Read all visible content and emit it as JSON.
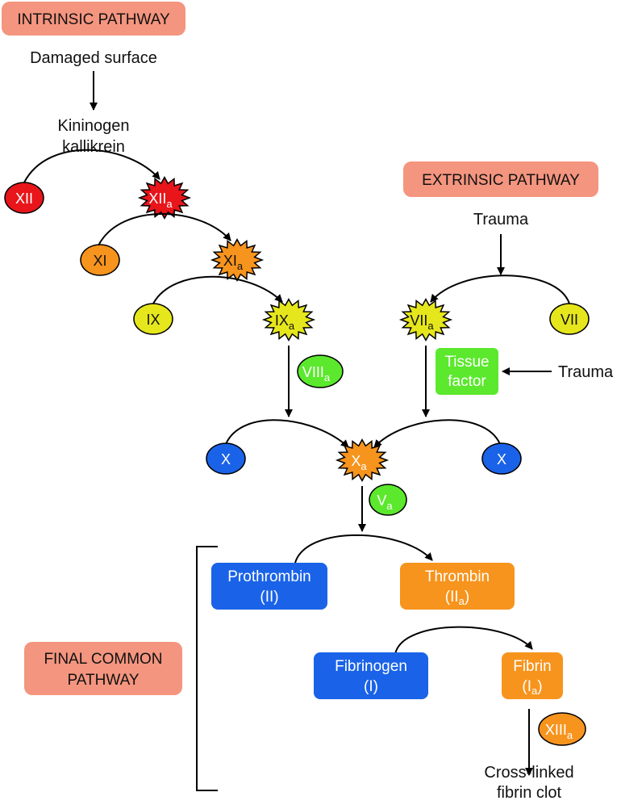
{
  "intrinsic": {
    "title": "INTRINSIC PATHWAY",
    "source": "Damaged surface",
    "kininogen_line1": "Kininogen",
    "kininogen_line2": "kallikrein"
  },
  "extrinsic": {
    "title": "EXTRINSIC PATHWAY",
    "trauma_top": "Trauma",
    "trauma_right": "Trauma",
    "tissue_factor_line1": "Tissue",
    "tissue_factor_line2": "factor"
  },
  "factors": {
    "xii": "XII",
    "xiia_main": "XII",
    "xiia_sub": "a",
    "xi": "XI",
    "xia_main": "XI",
    "xia_sub": "a",
    "ix": "IX",
    "ixa_main": "IX",
    "ixa_sub": "a",
    "viiia_main": "VIII",
    "viiia_sub": "a",
    "viia_main": "VII",
    "viia_sub": "a",
    "vii": "VII",
    "x_left": "X",
    "x_right": "X",
    "xa_main": "X",
    "xa_sub": "a",
    "va_main": "V",
    "va_sub": "a",
    "xiiia_main": "XIII",
    "xiiia_sub": "a"
  },
  "common": {
    "title_line1": "FINAL COMMON",
    "title_line2": "PATHWAY",
    "prothrombin_line1": "Prothrombin",
    "prothrombin_line2": "(II)",
    "thrombin_line1": "Thrombin",
    "thrombin_line2_main": "(II",
    "thrombin_line2_sub": "a",
    "thrombin_line2_end": ")",
    "fibrinogen_line1": "Fibrinogen",
    "fibrinogen_line2": "(I)",
    "fibrin_line1": "Fibrin",
    "fibrin_line2_main": "(I",
    "fibrin_line2_sub": "a",
    "fibrin_line2_end": ")",
    "clot_line1": "Cross-linked",
    "clot_line2": "fibrin clot"
  },
  "colors": {
    "red": "#e8151b",
    "orange": "#f7941d",
    "yellow": "#e6e61d",
    "green": "#5be82d",
    "blue": "#1a63e8",
    "salmon": "#f4957f"
  }
}
